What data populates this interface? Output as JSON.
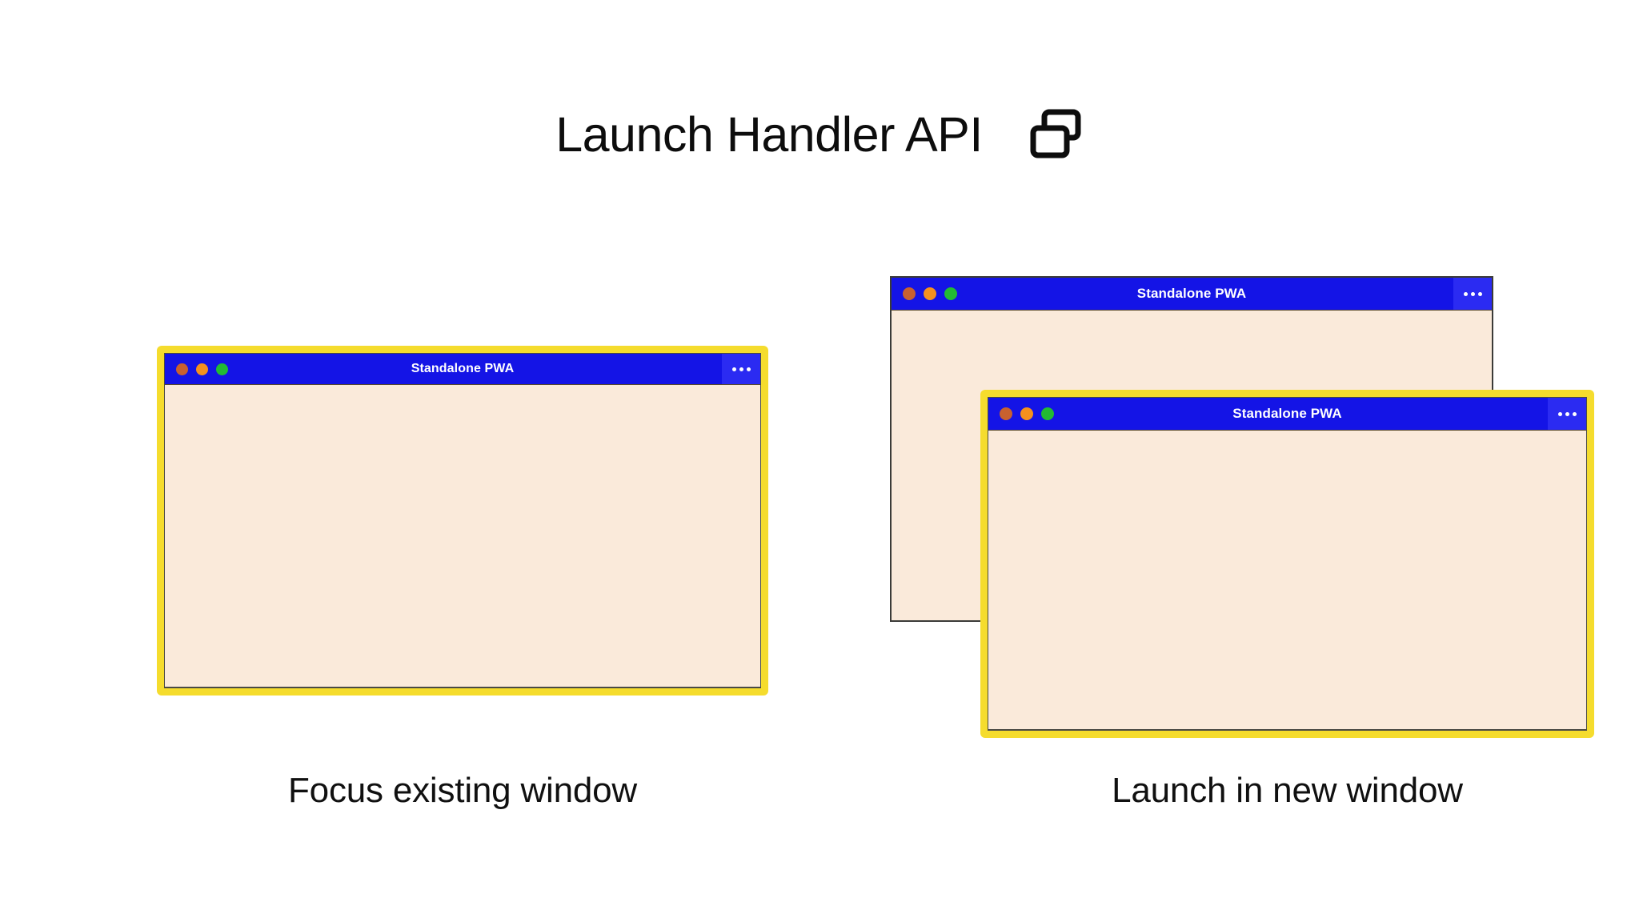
{
  "heading": {
    "title": "Launch Handler API",
    "icon": "window-stack-icon"
  },
  "colors": {
    "page_background": "#FFFFFF",
    "highlight_border": "#F5DC2D",
    "titlebar_blue": "#1414E6",
    "menu_button_blue": "#2B2BF2",
    "window_body_cream": "#FAEADA",
    "dot_close": "#C8612F",
    "dot_minimize": "#F5911E",
    "dot_maximize": "#22BB33",
    "text": "#101010"
  },
  "panels": [
    {
      "id": "focus-existing-window",
      "caption": "Focus existing window",
      "windows": [
        {
          "id": "left-window",
          "title": "Standalone PWA",
          "menu_label": "•••",
          "highlighted": true,
          "traffic_lights": [
            "close",
            "minimize",
            "maximize"
          ]
        }
      ]
    },
    {
      "id": "launch-in-new-window",
      "caption": "Launch in new window",
      "windows": [
        {
          "id": "right-back-window",
          "title": "Standalone PWA",
          "menu_label": "•••",
          "highlighted": false,
          "traffic_lights": [
            "close",
            "minimize",
            "maximize"
          ]
        },
        {
          "id": "right-front-window",
          "title": "Standalone PWA",
          "menu_label": "•••",
          "highlighted": true,
          "traffic_lights": [
            "close",
            "minimize",
            "maximize"
          ]
        }
      ]
    }
  ]
}
